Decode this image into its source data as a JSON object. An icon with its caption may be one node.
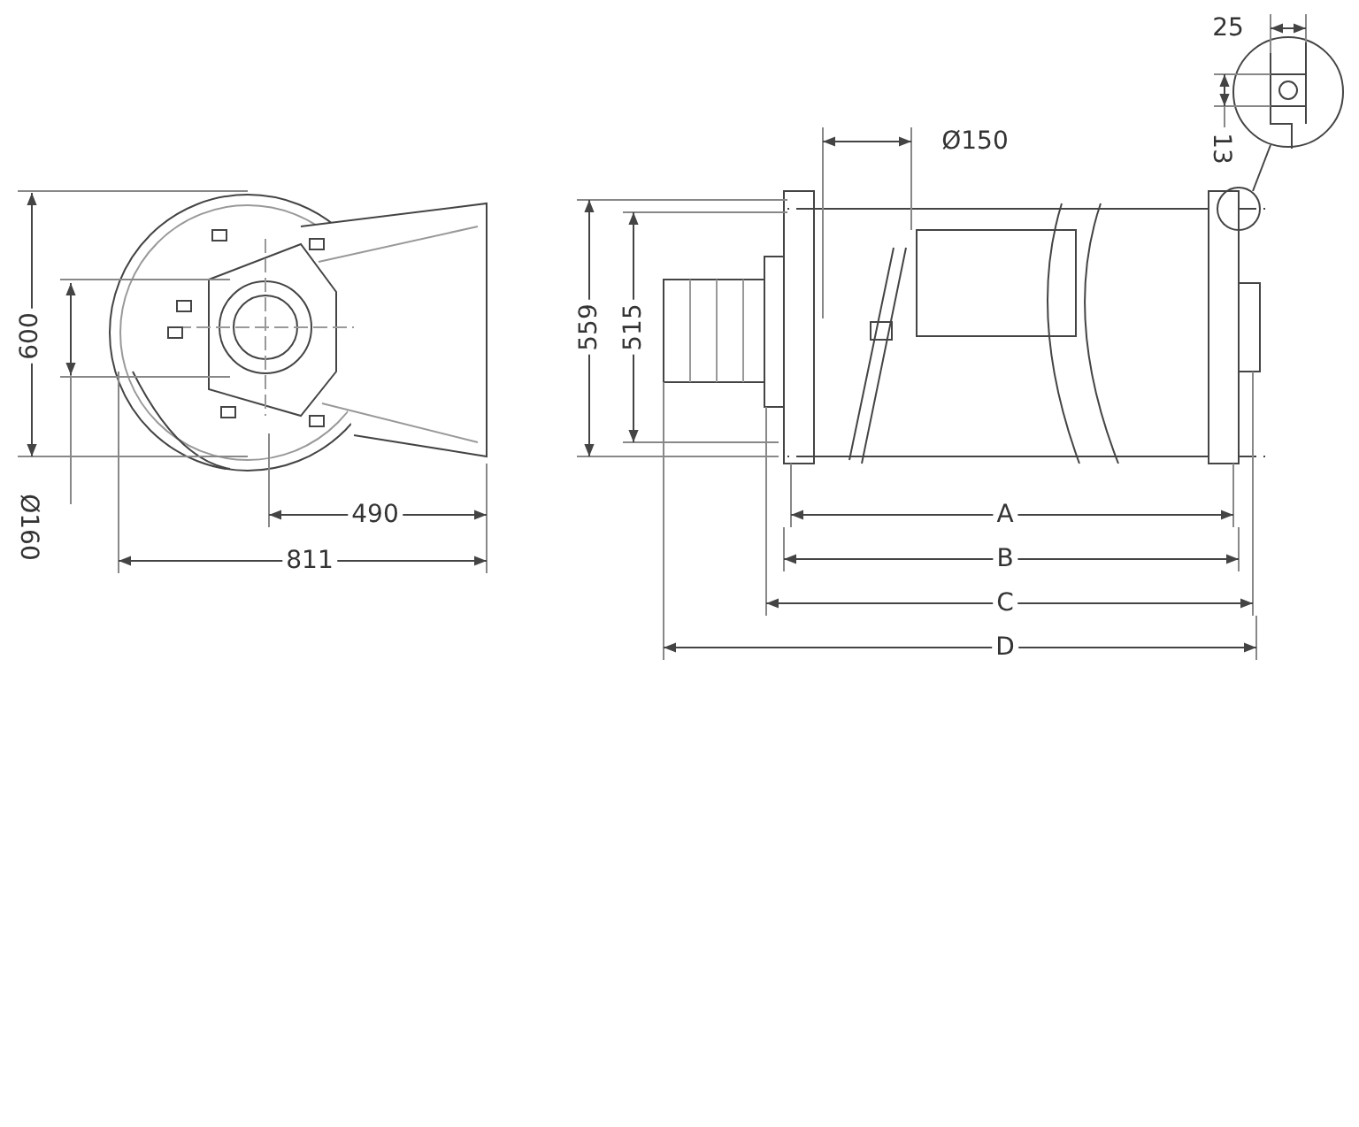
{
  "diagram": {
    "labels": [
      "25",
      "13",
      "Ø150",
      "600",
      "Ø160",
      "490",
      "811",
      "559",
      "515",
      "A",
      "B",
      "C",
      "D"
    ]
  }
}
